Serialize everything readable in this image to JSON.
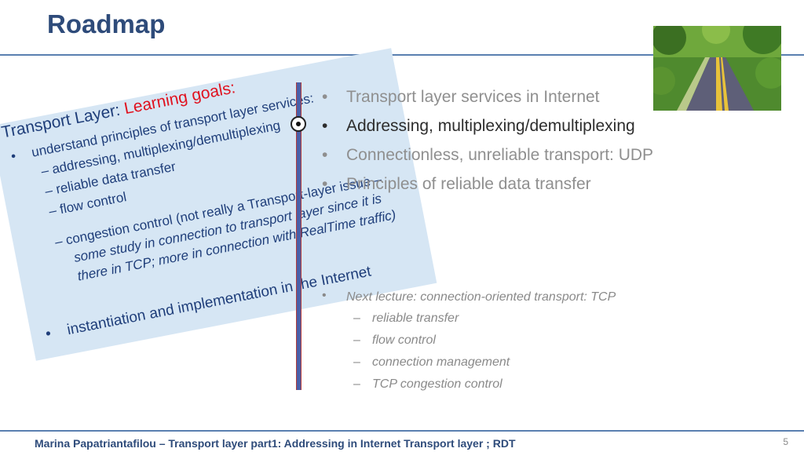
{
  "header": {
    "title": "Roadmap"
  },
  "note": {
    "heading_prefix": "Transport Layer: ",
    "heading_goals": "Learning goals:",
    "lines": {
      "l1_bullet": "•",
      "l1": "understand principles of transport layer services:",
      "l2": "– addressing, multiplexing/demultiplexing",
      "l3": "– reliable data transfer",
      "l4": "– flow control",
      "l5": "– congestion control (not really a Transport-layer issue –",
      "l6": "some study in connection to transport layer since it is",
      "l7": "there in TCP; more in connection with RealTime traffic)",
      "l8_bullet": "•",
      "l8": "instantiation and implementation in the Internet"
    }
  },
  "topics": [
    {
      "bullet": "•",
      "text": "Transport layer services in Internet",
      "state": "done"
    },
    {
      "bullet": "•",
      "text": "Addressing, multiplexing/demultiplexing",
      "state": "current"
    },
    {
      "bullet": "•",
      "text": "Connectionless, unreliable transport: UDP",
      "state": "upcoming"
    },
    {
      "bullet": "•",
      "text": "Principles of reliable data transfer",
      "state": "upcoming"
    }
  ],
  "next_lecture": {
    "bullet": "•",
    "text": "Next lecture: connection-oriented transport: TCP",
    "items": [
      {
        "dash": "–",
        "text": "reliable transfer"
      },
      {
        "dash": "–",
        "text": "flow control"
      },
      {
        "dash": "–",
        "text": "connection management"
      },
      {
        "dash": "–",
        "text": "TCP congestion control"
      }
    ]
  },
  "footer": {
    "text": "Marina Papatriantafilou –  Transport layer part1: Addressing in Internet Transport layer ; RDT",
    "page": "5"
  },
  "image": {
    "icon": "road-photo"
  },
  "colors": {
    "title": "#2e4b7a",
    "note_bg": "#d6e6f4",
    "goals": "#e0121f",
    "rule": "#5a7fb0"
  }
}
